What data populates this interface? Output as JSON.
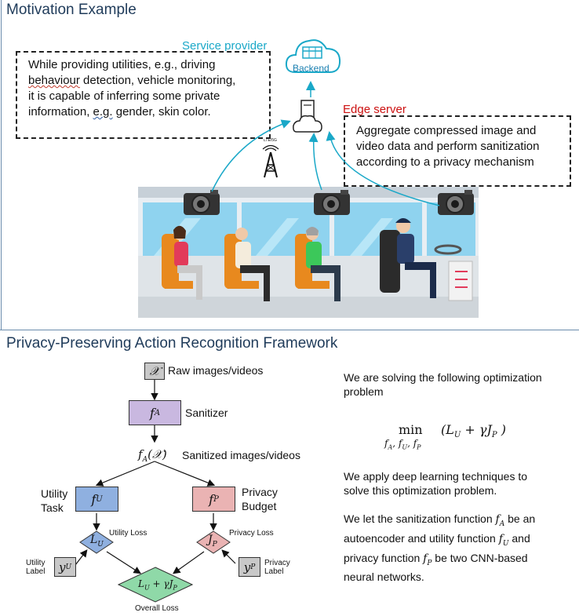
{
  "motivation": {
    "title": "Motivation Example",
    "service_provider_label": "Service provider",
    "backend_label": "Backend",
    "edge_server_label": "Edge server",
    "tower_label": "LTE/5G",
    "provider_note": {
      "line1": "While providing utilities, e.g., driving",
      "line2_word": "behaviour",
      "line2_rest": " detection, vehicle monitoring,",
      "line3": "it is capable of inferring some private",
      "line4_pre": "information, ",
      "line4_eg": "e.g.",
      "line4_rest": " gender, skin color."
    },
    "edge_note": {
      "line1": "Aggregate compressed image and",
      "line2": "video data and perform sanitization",
      "line3": "according to a privacy mechanism"
    }
  },
  "framework": {
    "title": "Privacy-Preserving Action Recognition Framework",
    "nodes": {
      "x_symbol": "𝒳",
      "x_label": "Raw images/videos",
      "fa_symbol": "f",
      "fa_sub": "A",
      "fa_label": "Sanitizer",
      "fax_text": "f",
      "fax_sub": "A",
      "fax_rest": "(𝒳)",
      "fax_label": "Sanitized images/videos",
      "fu_symbol": "f",
      "fu_sub": "U",
      "fu_label_line1": "Utility",
      "fu_label_line2": "Task",
      "fp_symbol": "f",
      "fp_sub": "P",
      "fp_label_line1": "Privacy",
      "fp_label_line2": "Budget",
      "lu_symbol": "L",
      "lu_sub": "U",
      "lu_caption": "Utility Loss",
      "jp_symbol": "J",
      "jp_sub": "P",
      "jp_caption": "Privacy Loss",
      "yu_symbol": "y",
      "yu_sub": "U",
      "yu_label_line1": "Utility",
      "yu_label_line2": "Label",
      "yp_symbol": "y",
      "yp_sub": "P",
      "yp_label_line1": "Privacy",
      "yp_label_line2": "Label",
      "overall_formula": "L",
      "overall_caption": "Overall  Loss"
    },
    "right_panel": {
      "para1": "We are solving the following optimization problem",
      "formula_min": "min",
      "formula_under": "f",
      "formula_body": "(L",
      "para2": "We apply deep learning techniques to solve this optimization problem.",
      "para3_a": "We let the sanitization function ",
      "para3_b": " be an autoencoder and utility function ",
      "para3_c": " and privacy function ",
      "para3_d": " be two CNN-based neural networks."
    }
  },
  "colors": {
    "sanitizer_fill": "#c9b8e0",
    "utility_fill": "#8fb0e0",
    "privacy_fill": "#eab3b3",
    "overall_fill": "#8fd9a8",
    "label_box_fill": "#c8c8c8",
    "cyan": "#1aa8c8",
    "red": "#cc1111"
  }
}
